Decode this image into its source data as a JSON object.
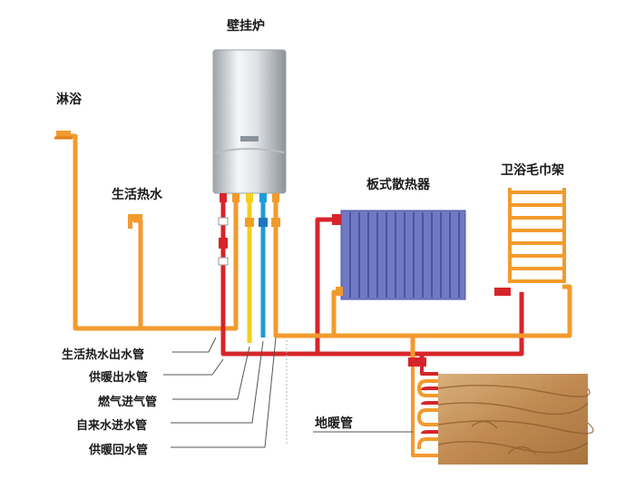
{
  "labels": {
    "boiler": "壁挂炉",
    "shower": "淋浴",
    "domestic_hot_water": "生活热水",
    "panel_radiator": "板式散热器",
    "towel_rack": "卫浴毛巾架",
    "floor_heating_pipe": "地暖管"
  },
  "pipe_legend": [
    "生活热水出水管",
    "供暖出水管",
    "燃气进气管",
    "自来水进水管",
    "供暖回水管"
  ],
  "colors": {
    "hot_water_pipe": "#f39a2c",
    "heating_supply_pipe": "#d6252a",
    "gas_pipe": "#f2cf1e",
    "cold_water_pipe": "#1e9bd7",
    "heating_return_pipe": "#f39a2c",
    "radiator": "#6f79c4",
    "floor": "#c89a62"
  }
}
